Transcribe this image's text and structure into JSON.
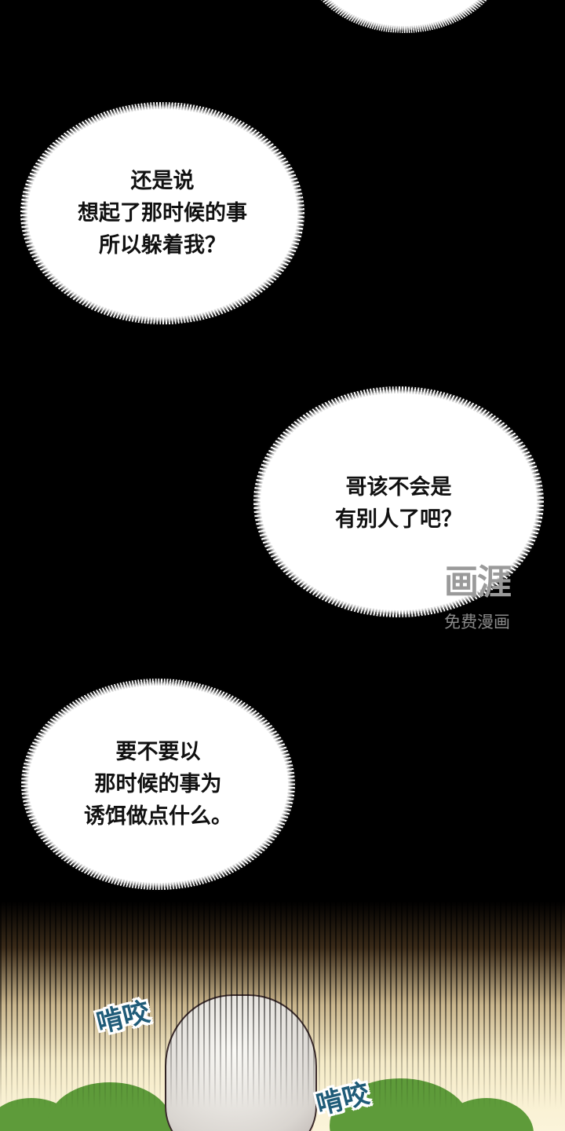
{
  "bubbles": [
    {
      "lines": []
    },
    {
      "lines": [
        "还是说",
        "想起了那时候的事",
        "所以躲着我？"
      ]
    },
    {
      "lines": [
        "哥该不会是",
        "有别人了吧？"
      ]
    },
    {
      "lines": [
        "要不要以",
        "那时候的事为",
        "诱饵做点什么。"
      ]
    }
  ],
  "watermark": {
    "logo": "画涯",
    "subtitle": "免费漫画"
  },
  "sfx": [
    "啃咬",
    "啃咬"
  ]
}
